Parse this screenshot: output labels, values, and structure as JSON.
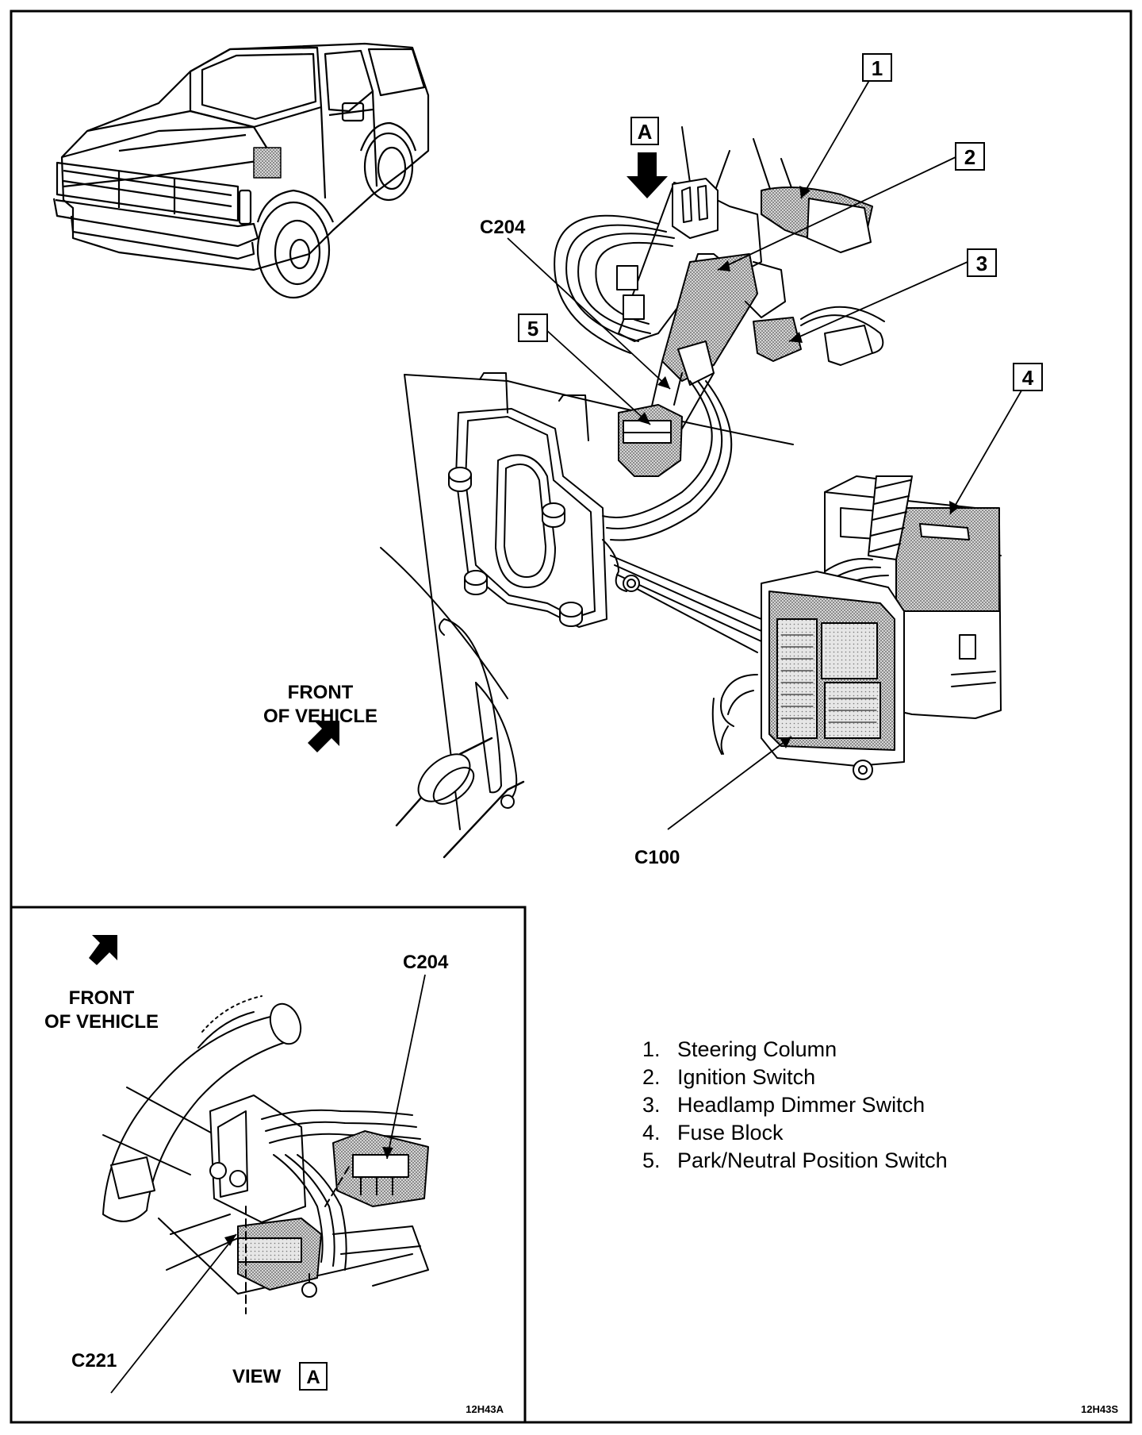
{
  "callouts": {
    "c1": "1",
    "c2": "2",
    "c3": "3",
    "c4": "4",
    "c5": "5"
  },
  "view_marker": "A",
  "labels": {
    "c204_main": "C204",
    "c100": "C100",
    "front_main_line1": "FRONT",
    "front_main_line2": "OF VEHICLE",
    "front_inset_line1": "FRONT",
    "front_inset_line2": "OF VEHICLE",
    "c204_inset": "C204",
    "c221": "C221",
    "view_word": "VIEW",
    "view_letter": "A"
  },
  "legend": [
    {
      "num": "1.",
      "text": "Steering Column"
    },
    {
      "num": "2.",
      "text": "Ignition Switch"
    },
    {
      "num": "3.",
      "text": "Headlamp Dimmer Switch"
    },
    {
      "num": "4.",
      "text": "Fuse Block"
    },
    {
      "num": "5.",
      "text": "Park/Neutral Position Switch"
    }
  ],
  "refs": {
    "inset": "12H43A",
    "main": "12H43S"
  },
  "colors": {
    "ink": "#000000",
    "shade": "#8c8c8c",
    "light_shade": "#b8b8b8"
  }
}
